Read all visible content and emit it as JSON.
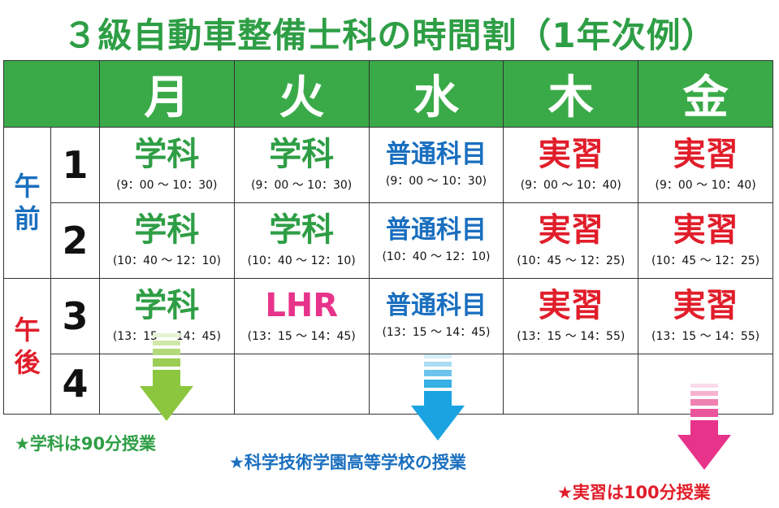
{
  "title": "３級自動車整備士科の時間割（1年次例）",
  "colors": {
    "green": "#2e9e45",
    "header_green": "#3aaa48",
    "blue": "#1a6fbf",
    "red": "#e11d2a",
    "pink": "#e8338a",
    "light_green": "#8cc63f",
    "light_blue": "#1aa3e0"
  },
  "days": [
    "月",
    "火",
    "水",
    "木",
    "金"
  ],
  "sessions": {
    "morning": "午前",
    "afternoon": "午後"
  },
  "rows": [
    {
      "period": "1",
      "cells": [
        {
          "subject": "学科",
          "time": "(9：00 ～ 10：30)",
          "color": "green"
        },
        {
          "subject": "学科",
          "time": "(9：00 ～ 10：30)",
          "color": "green"
        },
        {
          "subject": "普通科目",
          "time": "(9：00 ～ 10：30)",
          "color": "blue"
        },
        {
          "subject": "実習",
          "time": "(9：00 ～ 10：40)",
          "color": "red"
        },
        {
          "subject": "実習",
          "time": "(9：00 ～ 10：40)",
          "color": "red"
        }
      ]
    },
    {
      "period": "2",
      "cells": [
        {
          "subject": "学科",
          "time": "(10：40 ～ 12：10)",
          "color": "green"
        },
        {
          "subject": "学科",
          "time": "(10：40 ～ 12：10)",
          "color": "green"
        },
        {
          "subject": "普通科目",
          "time": "(10：40 ～ 12：10)",
          "color": "blue"
        },
        {
          "subject": "実習",
          "time": "(10：45 ～ 12：25)",
          "color": "red"
        },
        {
          "subject": "実習",
          "time": "(10：45 ～ 12：25)",
          "color": "red"
        }
      ]
    },
    {
      "period": "3",
      "cells": [
        {
          "subject": "学科",
          "time": "(13：15 ～ 14：45)",
          "color": "green"
        },
        {
          "subject": "LHR",
          "time": "(13：15 ～ 14：45)",
          "color": "pink"
        },
        {
          "subject": "普通科目",
          "time": "(13：15 ～ 14：45)",
          "color": "blue"
        },
        {
          "subject": "実習",
          "time": "(13：15 ～ 14：55)",
          "color": "red"
        },
        {
          "subject": "実習",
          "time": "(13：15 ～ 14：55)",
          "color": "red"
        }
      ]
    },
    {
      "period": "4",
      "cells": [
        {},
        {},
        {},
        {},
        {}
      ]
    }
  ],
  "notes": {
    "gakka": "★学科は90分授業",
    "school": "★科学技術学園高等学校の授業",
    "jisshu": "★実習は100分授業"
  },
  "icons": [
    "green-down-arrow-icon",
    "blue-down-arrow-icon",
    "pink-down-arrow-icon"
  ]
}
